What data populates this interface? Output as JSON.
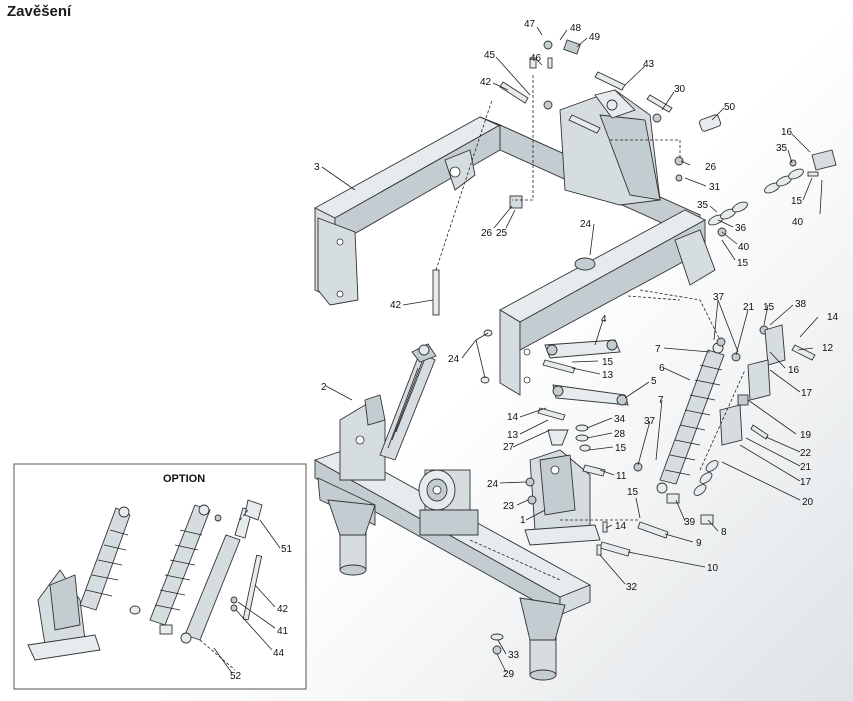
{
  "title": "Zavěšení",
  "option_label": "OPTION",
  "callouts": [
    {
      "id": "c47",
      "text": "47"
    },
    {
      "id": "c48",
      "text": "48"
    },
    {
      "id": "c49",
      "text": "49"
    },
    {
      "id": "c46",
      "text": "46"
    },
    {
      "id": "c45",
      "text": "45"
    },
    {
      "id": "c42a",
      "text": "42"
    },
    {
      "id": "c43",
      "text": "43"
    },
    {
      "id": "c30",
      "text": "30"
    },
    {
      "id": "c50",
      "text": "50"
    },
    {
      "id": "c16a",
      "text": "16"
    },
    {
      "id": "c35a",
      "text": "35"
    },
    {
      "id": "c26a",
      "text": "26"
    },
    {
      "id": "c31",
      "text": "31"
    },
    {
      "id": "c15a",
      "text": "15"
    },
    {
      "id": "c40a",
      "text": "40"
    },
    {
      "id": "c3",
      "text": "3"
    },
    {
      "id": "c26b",
      "text": "26"
    },
    {
      "id": "c25",
      "text": "25"
    },
    {
      "id": "c35b",
      "text": "35"
    },
    {
      "id": "c36",
      "text": "36"
    },
    {
      "id": "c40b",
      "text": "40"
    },
    {
      "id": "c15b",
      "text": "15"
    },
    {
      "id": "c24a",
      "text": "24"
    },
    {
      "id": "c42b",
      "text": "42"
    },
    {
      "id": "c4",
      "text": "4"
    },
    {
      "id": "c37a",
      "text": "37"
    },
    {
      "id": "c21a",
      "text": "21"
    },
    {
      "id": "c15c",
      "text": "15"
    },
    {
      "id": "c38",
      "text": "38"
    },
    {
      "id": "c14a",
      "text": "14"
    },
    {
      "id": "c12",
      "text": "12"
    },
    {
      "id": "c24b",
      "text": "24"
    },
    {
      "id": "c15d",
      "text": "15"
    },
    {
      "id": "c13a",
      "text": "13"
    },
    {
      "id": "c7a",
      "text": "7"
    },
    {
      "id": "c16b",
      "text": "16"
    },
    {
      "id": "c2",
      "text": "2"
    },
    {
      "id": "c5",
      "text": "5"
    },
    {
      "id": "c6",
      "text": "6"
    },
    {
      "id": "c17a",
      "text": "17"
    },
    {
      "id": "c19",
      "text": "19"
    },
    {
      "id": "c14b",
      "text": "14"
    },
    {
      "id": "c7b",
      "text": "7"
    },
    {
      "id": "c13b",
      "text": "13"
    },
    {
      "id": "c34",
      "text": "34"
    },
    {
      "id": "c28",
      "text": "28"
    },
    {
      "id": "c37b",
      "text": "37"
    },
    {
      "id": "c22",
      "text": "22"
    },
    {
      "id": "c27",
      "text": "27"
    },
    {
      "id": "c15e",
      "text": "15"
    },
    {
      "id": "c21b",
      "text": "21"
    },
    {
      "id": "c11",
      "text": "11"
    },
    {
      "id": "c17b",
      "text": "17"
    },
    {
      "id": "c24c",
      "text": "24"
    },
    {
      "id": "c20",
      "text": "20"
    },
    {
      "id": "c23",
      "text": "23"
    },
    {
      "id": "c15f",
      "text": "15"
    },
    {
      "id": "c1",
      "text": "1"
    },
    {
      "id": "c39",
      "text": "39"
    },
    {
      "id": "c8",
      "text": "8"
    },
    {
      "id": "c14c",
      "text": "14"
    },
    {
      "id": "c9",
      "text": "9"
    },
    {
      "id": "c10",
      "text": "10"
    },
    {
      "id": "c32",
      "text": "32"
    },
    {
      "id": "c33",
      "text": "33"
    },
    {
      "id": "c29",
      "text": "29"
    },
    {
      "id": "c51",
      "text": "51"
    },
    {
      "id": "c42c",
      "text": "42"
    },
    {
      "id": "c41",
      "text": "41"
    },
    {
      "id": "c44",
      "text": "44"
    },
    {
      "id": "c52",
      "text": "52"
    }
  ]
}
